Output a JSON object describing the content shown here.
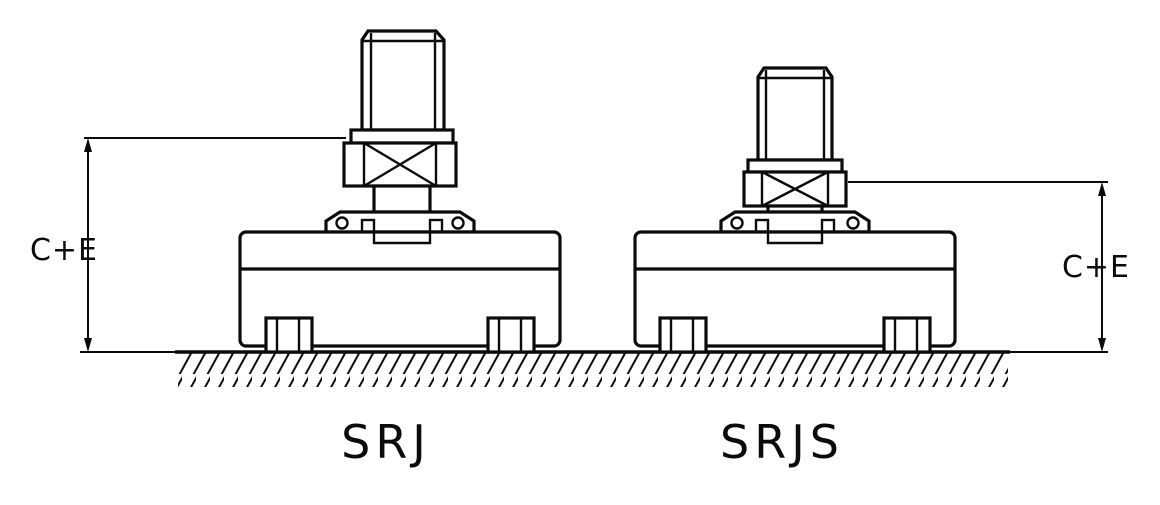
{
  "figure": {
    "kind": "technical-line-drawing",
    "description_visible_text_only": true
  },
  "labels": {
    "left_device": "SRJ",
    "right_device": "SRJS",
    "left_dimension": "C+E",
    "right_dimension": "C+E"
  },
  "colors": {
    "line": "#0b0b0b",
    "background": "#ffffff"
  }
}
